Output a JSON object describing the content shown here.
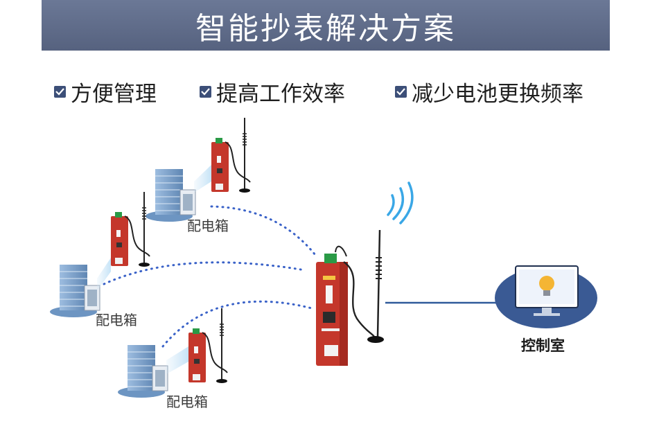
{
  "banner": {
    "title": "智能抄表解决方案"
  },
  "features": [
    {
      "label": "方便管理"
    },
    {
      "label": "提高工作效率"
    },
    {
      "label": "减少电池更换频率"
    }
  ],
  "nodes": {
    "box_label": "配电箱",
    "control_room": "控制室"
  },
  "colors": {
    "banner": "#5f6b88",
    "checkbox": "#3c4f78",
    "router_red": "#c0392b",
    "dotted_link": "#3a62c8",
    "building": "#7fa6cc",
    "control_oval": "#3a5a94"
  }
}
